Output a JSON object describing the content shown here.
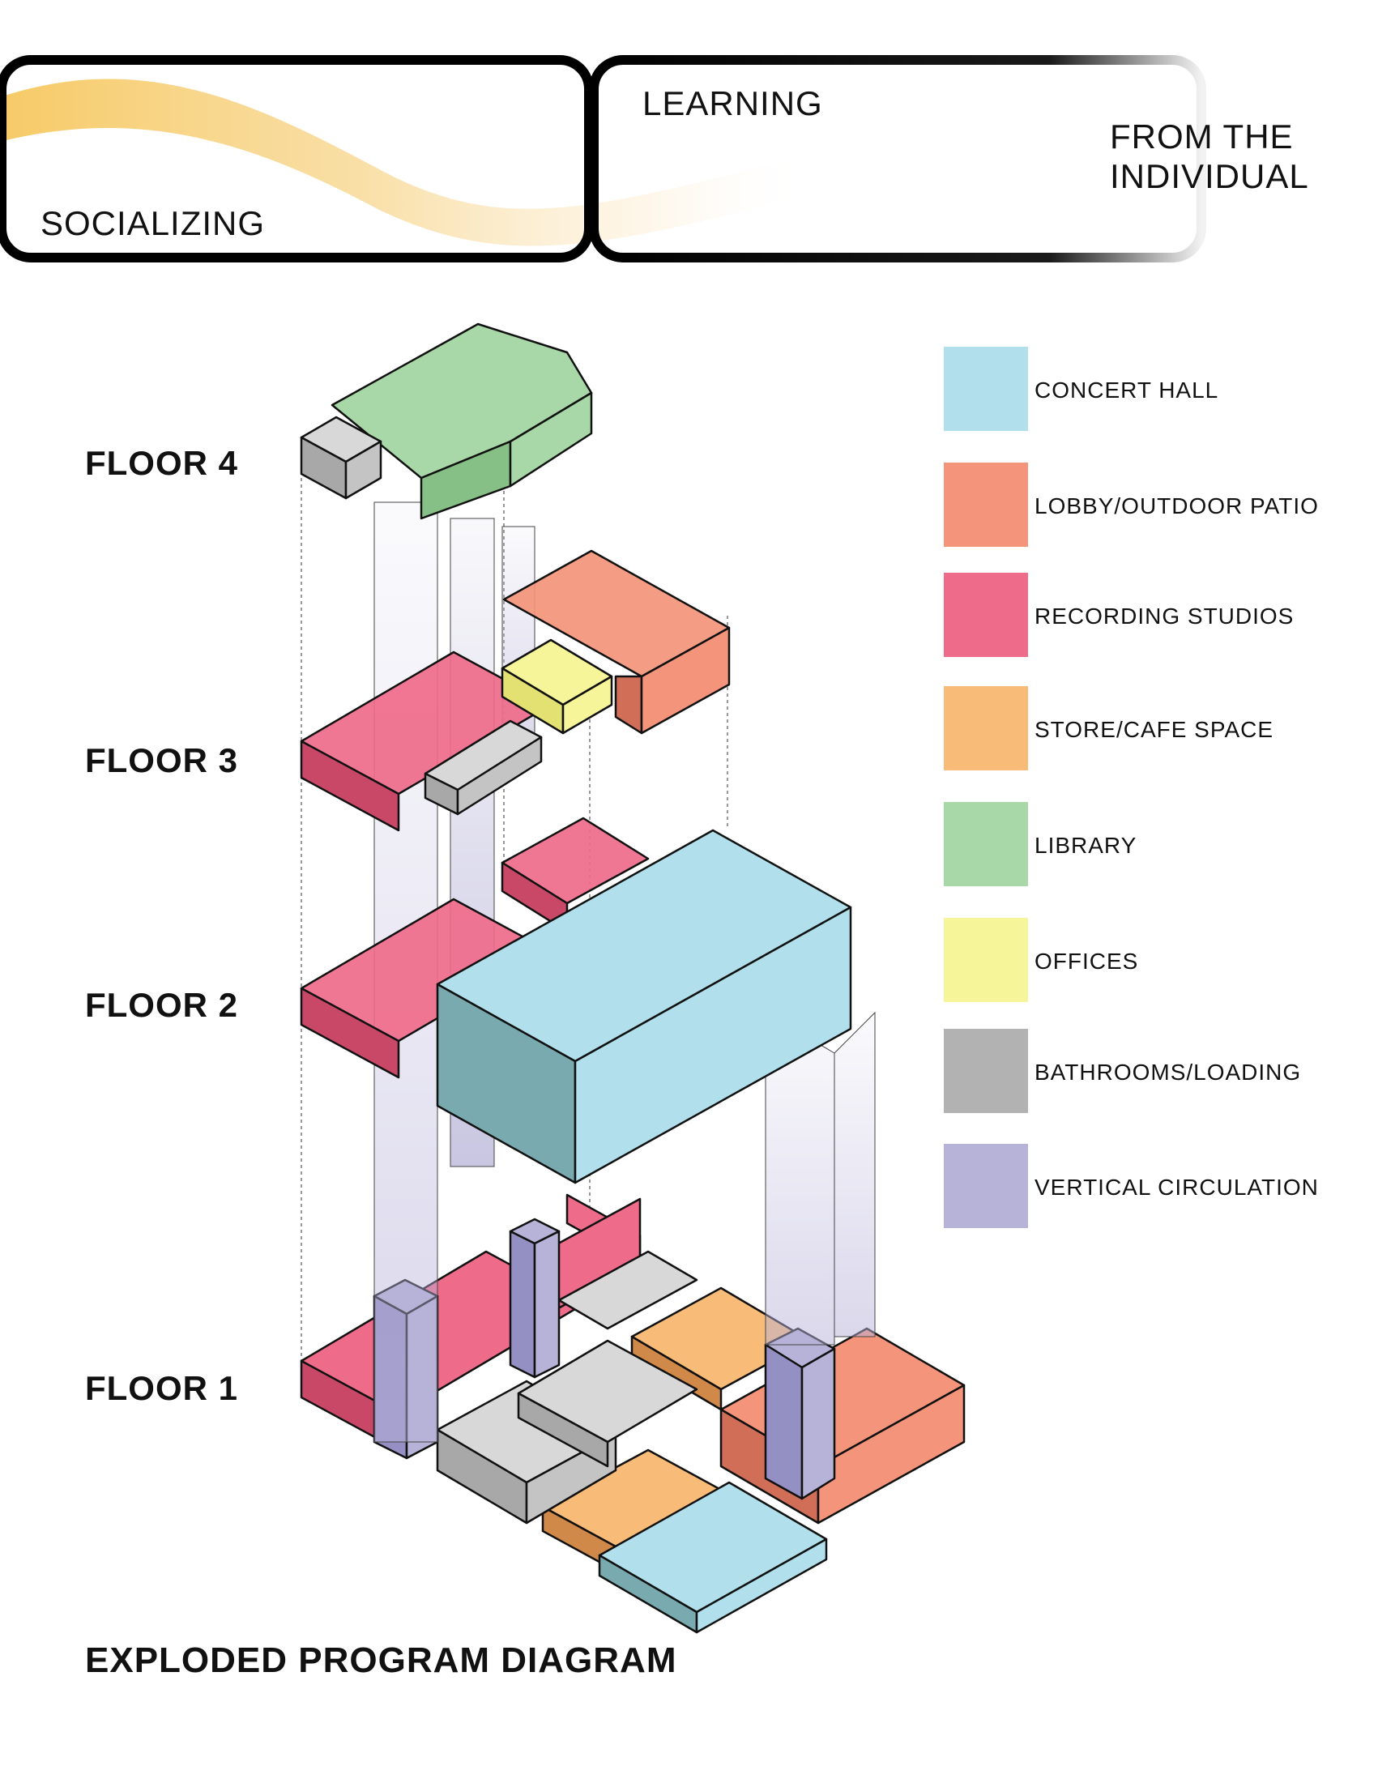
{
  "banner": {
    "socializing": "SOCIALIZING",
    "learning": "LEARNING",
    "from_line1": "FROM THE",
    "from_line2": "INDIVIDUAL"
  },
  "floors": [
    {
      "label": "FLOOR 4"
    },
    {
      "label": "FLOOR 3"
    },
    {
      "label": "FLOOR 2"
    },
    {
      "label": "FLOOR 1"
    }
  ],
  "legend": [
    {
      "label": "CONCERT HALL",
      "color": "#b1e0ec"
    },
    {
      "label": "LOBBY/OUTDOOR PATIO",
      "color": "#f4947a"
    },
    {
      "label": "RECORDING STUDIOS",
      "color": "#ef6b8a"
    },
    {
      "label": "STORE/CAFE SPACE",
      "color": "#f9bb78"
    },
    {
      "label": "LIBRARY",
      "color": "#a8d8a8"
    },
    {
      "label": "OFFICES",
      "color": "#f7f59a"
    },
    {
      "label": "BATHROOMS/LOADING",
      "color": "#b2b2b2"
    },
    {
      "label": "VERTICAL CIRCULATION",
      "color": "#b7b2d8"
    }
  ],
  "footer": {
    "title": "EXPLODED PROGRAM DIAGRAM"
  }
}
